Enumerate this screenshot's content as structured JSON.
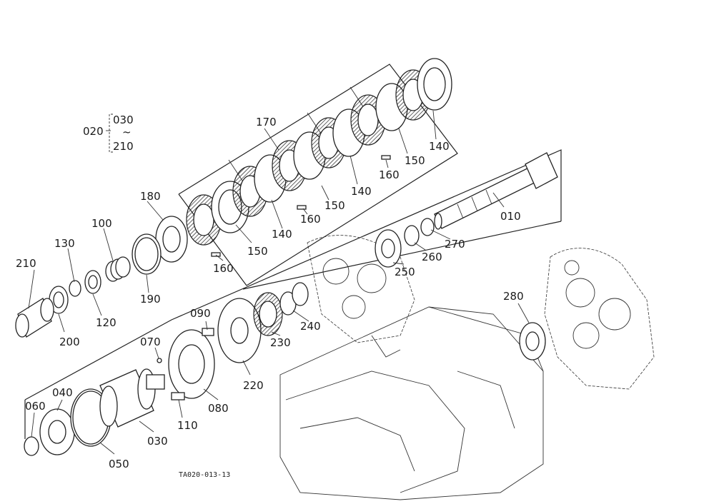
{
  "diagram": {
    "drawing_code": "TA020-013-13",
    "group": {
      "label": "020",
      "top": "030",
      "tilde": "~",
      "bottom": "210"
    },
    "labels": [
      {
        "id": "010",
        "text": "010"
      },
      {
        "id": "030",
        "text": "030"
      },
      {
        "id": "040",
        "text": "040"
      },
      {
        "id": "050",
        "text": "050"
      },
      {
        "id": "060",
        "text": "060"
      },
      {
        "id": "070",
        "text": "070"
      },
      {
        "id": "080",
        "text": "080"
      },
      {
        "id": "090",
        "text": "090"
      },
      {
        "id": "100",
        "text": "100"
      },
      {
        "id": "110",
        "text": "110"
      },
      {
        "id": "120",
        "text": "120"
      },
      {
        "id": "130",
        "text": "130"
      },
      {
        "id": "140a",
        "text": "140"
      },
      {
        "id": "140b",
        "text": "140"
      },
      {
        "id": "140c",
        "text": "140"
      },
      {
        "id": "150a",
        "text": "150"
      },
      {
        "id": "150b",
        "text": "150"
      },
      {
        "id": "150c",
        "text": "150"
      },
      {
        "id": "160a",
        "text": "160"
      },
      {
        "id": "160b",
        "text": "160"
      },
      {
        "id": "160c",
        "text": "160"
      },
      {
        "id": "170",
        "text": "170"
      },
      {
        "id": "180",
        "text": "180"
      },
      {
        "id": "190",
        "text": "190"
      },
      {
        "id": "200",
        "text": "200"
      },
      {
        "id": "210",
        "text": "210"
      },
      {
        "id": "220",
        "text": "220"
      },
      {
        "id": "230",
        "text": "230"
      },
      {
        "id": "240",
        "text": "240"
      },
      {
        "id": "250",
        "text": "250"
      },
      {
        "id": "260",
        "text": "260"
      },
      {
        "id": "270",
        "text": "270"
      },
      {
        "id": "280",
        "text": "280"
      }
    ]
  }
}
